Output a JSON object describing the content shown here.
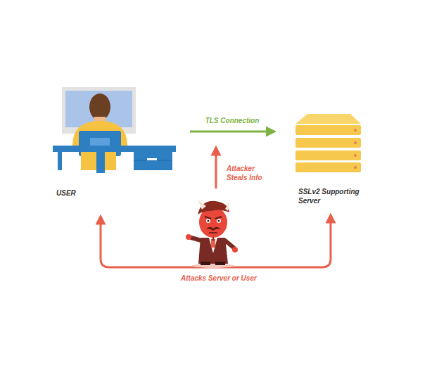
{
  "diagram": {
    "nodes": [
      {
        "text": [
          "USER"
        ]
      },
      {
        "text": [
          "SSLv2 Supporting Server"
        ]
      }
    ],
    "edges": [
      {
        "from": 0,
        "to": 1,
        "arrow": "to",
        "label": "TLS Connection"
      }
    ],
    "labels": [
      "Attacker Steals Info",
      "Attacks Server or User"
    ]
  }
}
